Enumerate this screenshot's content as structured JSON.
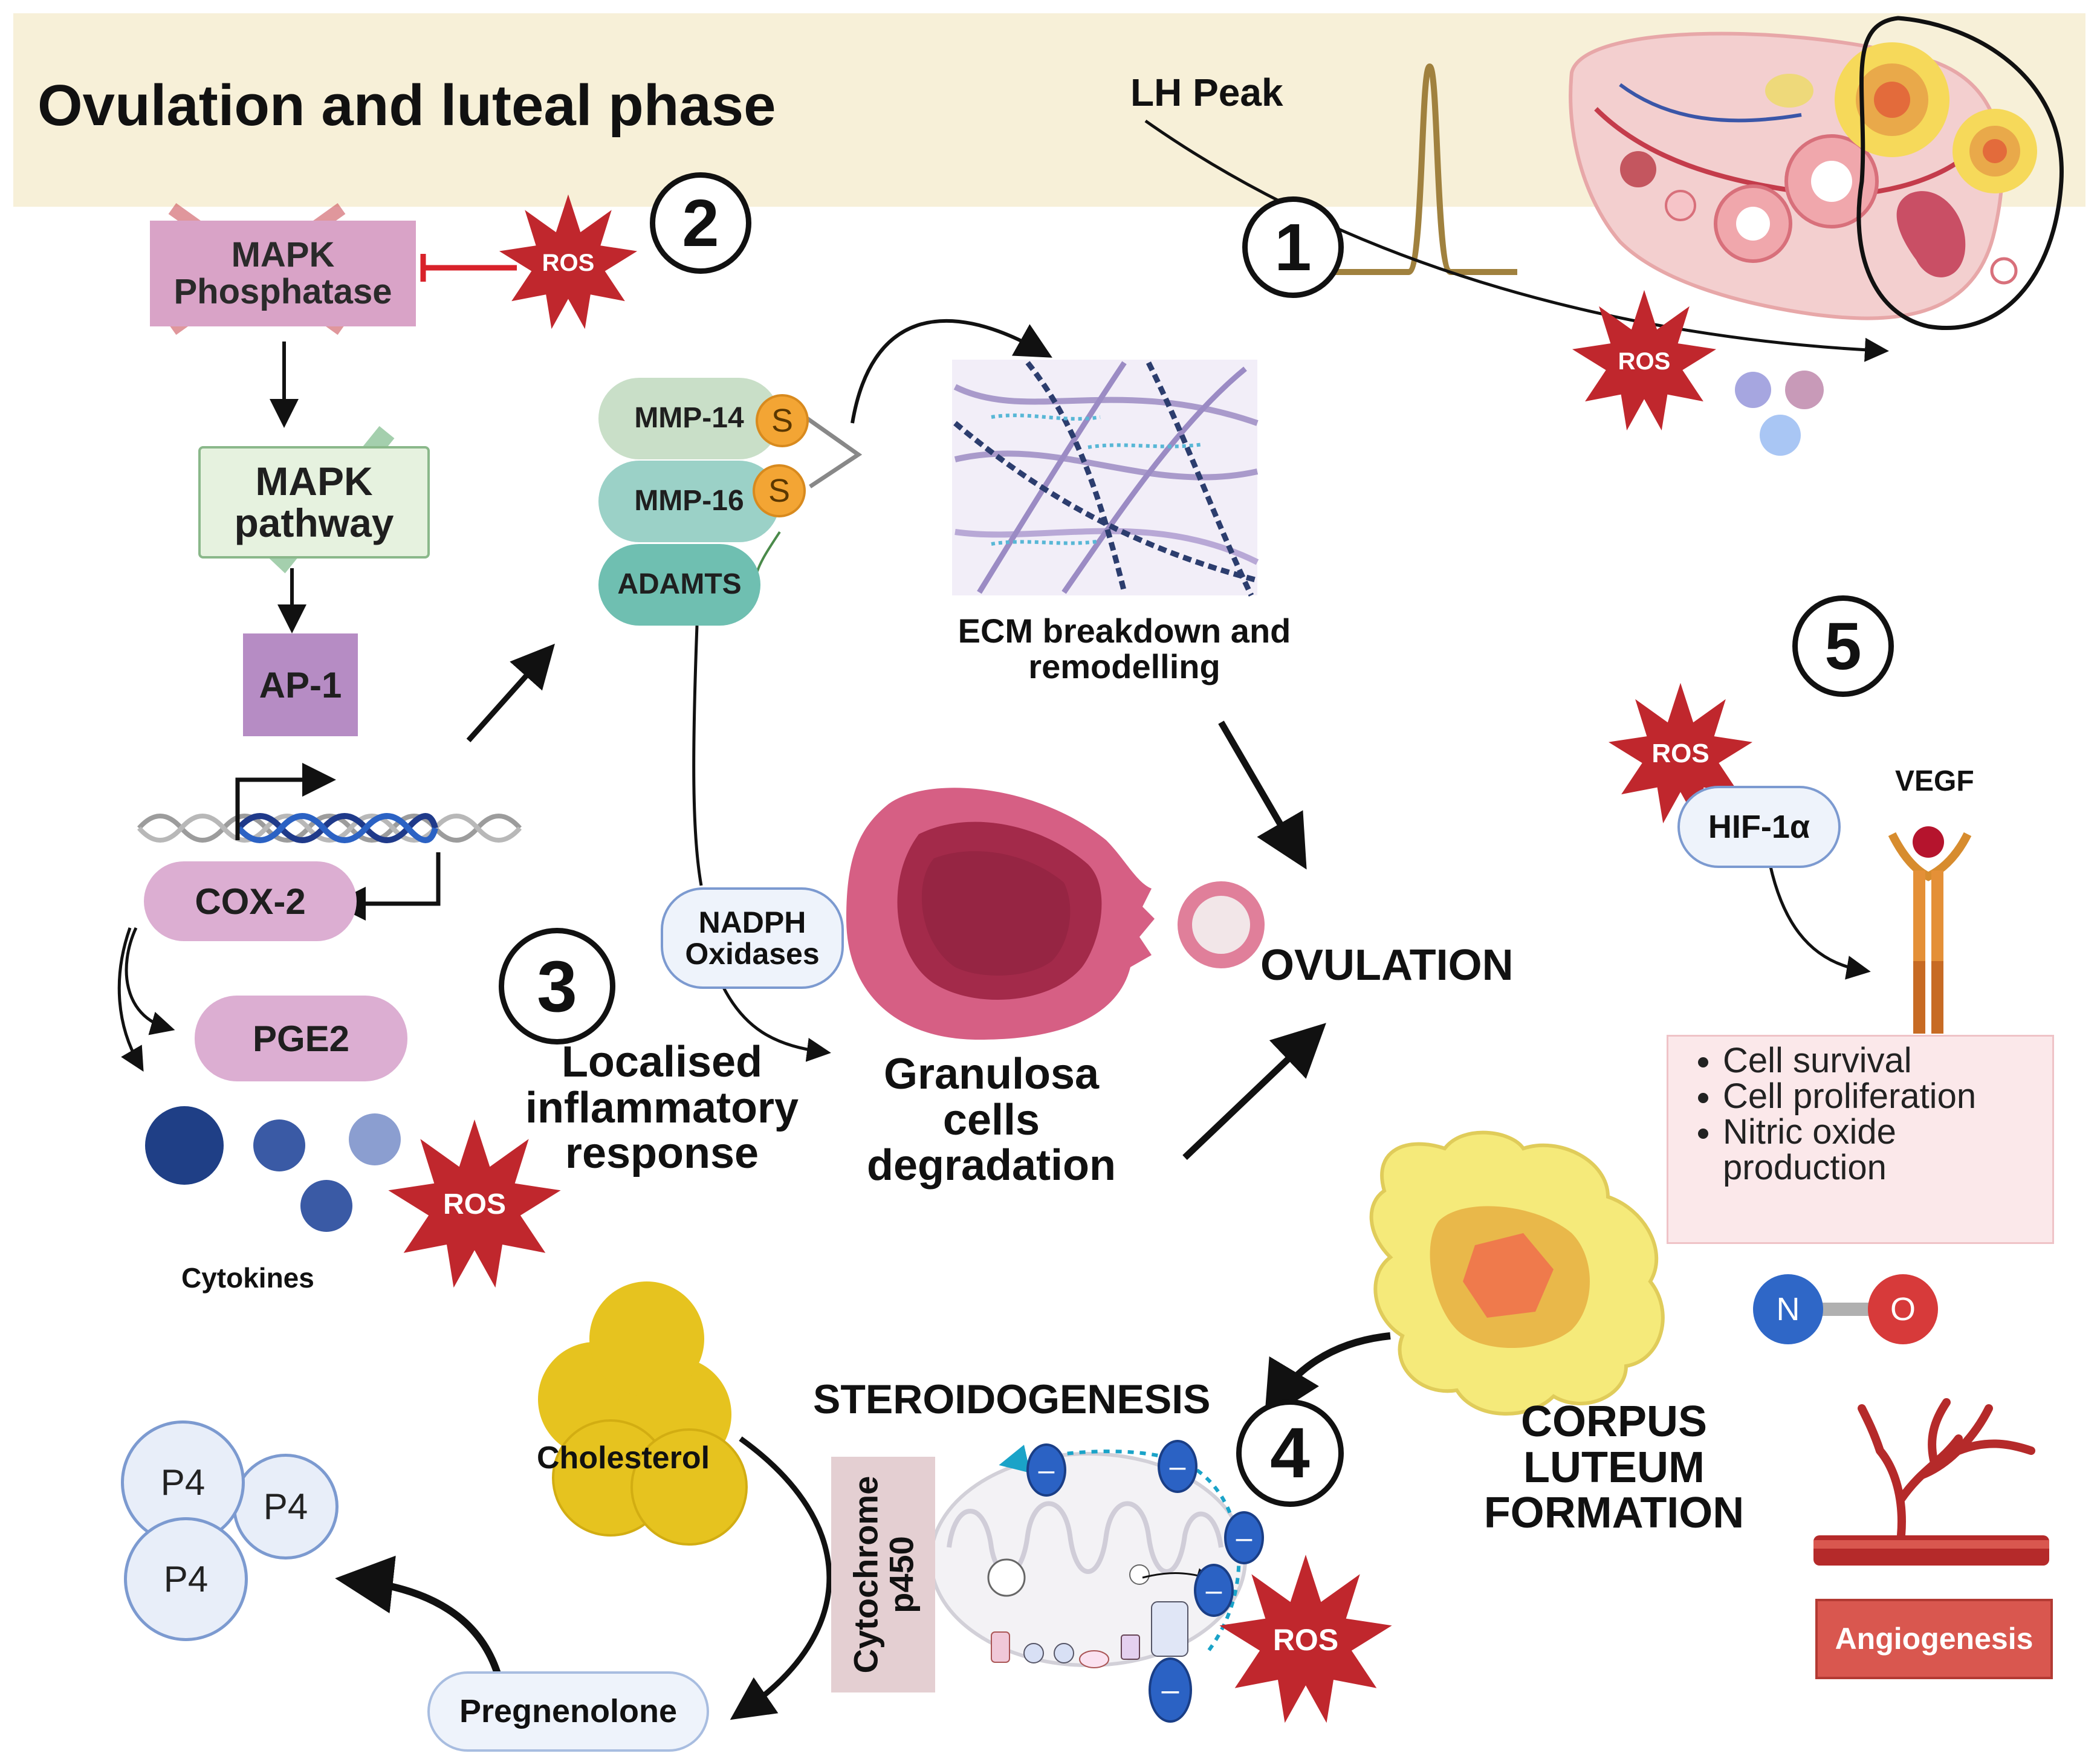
{
  "title": "Ovulation and luteal phase",
  "steps": {
    "s1": "1",
    "s2": "2",
    "s3": "3",
    "s4": "4",
    "s5": "5"
  },
  "lh_peak": "LH Peak",
  "ros": "ROS",
  "mapk_phosphatase": {
    "line1": "MAPK",
    "line2": "Phosphatase"
  },
  "mapk_pathway": {
    "line1": "MAPK",
    "line2": "pathway"
  },
  "ap1": "AP-1",
  "cox2": "COX-2",
  "pge2": "PGE2",
  "cytokines": "Cytokines",
  "mmp14": "MMP-14",
  "mmp16": "MMP-16",
  "adamts": "ADAMTS",
  "s_mark": "S",
  "ecm": {
    "line1": "ECM breakdown and",
    "line2": "remodelling"
  },
  "nadph": {
    "line1": "NADPH",
    "line2": "Oxidases"
  },
  "inflammatory": {
    "line1": "Localised",
    "line2": "inflammatory",
    "line3": "response"
  },
  "granulosa": {
    "line1": "Granulosa",
    "line2": "cells",
    "line3": "degradation"
  },
  "ovulation": "OVULATION",
  "hif": "HIF-1α",
  "vegf": "VEGF",
  "vegf_effects": [
    "Cell survival",
    "Cell proliferation",
    "Nitric oxide production"
  ],
  "no_n": "N",
  "no_o": "O",
  "corpus": {
    "line1": "CORPUS",
    "line2": "LUTEUM",
    "line3": "FORMATION"
  },
  "angiogenesis": "Angiogenesis",
  "steroidogenesis": "STEROIDOGENESIS",
  "cholesterol": "Cholesterol",
  "cytochrome": {
    "line1": "Cytochrome",
    "line2": "p450"
  },
  "pregnenolone": "Pregnenolone",
  "p4": "P4",
  "electron": "–",
  "colors": {
    "header": "#f7f0d8",
    "ros_red": "#c0272d",
    "mapk_pink": "#d9a3c7",
    "mapk_green": "#e6f2df",
    "ap1_purple": "#b68cc4",
    "cox_pink": "#dcaed2",
    "mmp_green": "#c9dfc8",
    "mmp_teal": "#9bd1c7",
    "adamts_teal": "#6fbfb1",
    "nadph_blue": "#eef3fb",
    "corpus_yellow": "#f3e77a",
    "angio_red": "#d9574f",
    "p4_blue": "#e8eef9"
  }
}
